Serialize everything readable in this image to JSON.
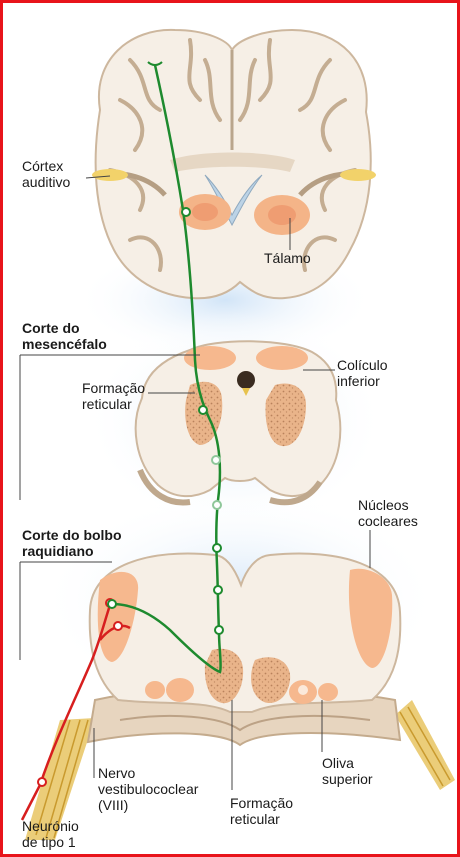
{
  "colors": {
    "frame": "#e8141b",
    "tissue": "#f6efe6",
    "tissue_dark": "#d8c2a8",
    "nucleus": "#f6b88e",
    "reticular": "#e6b288",
    "pathway_green": "#1e8a2e",
    "pathway_red": "#d71e1e",
    "nerve_yellow": "#e9c86a",
    "glow_blue": "#cfe3f7"
  },
  "labels": {
    "cortex_auditivo": "Córtex\nauditivo",
    "talamo": "Tálamo",
    "corte_mesencefalo": "Corte do\nmesencéfalo",
    "coliculo_inferior": "Colículo\ninferior",
    "formacao_reticular_top": "Formação\nreticular",
    "nucleos_cocleares": "Núcleos\ncocleares",
    "corte_bolbo": "Corte do bolbo\nraquidiano",
    "nervo": "Nervo\nvestibulococlear\n(VIII)",
    "formacao_reticular_bottom": "Formação\nreticular",
    "oliva_superior": "Oliva\nsuperior",
    "neuronio": "Neurónio\nde tipo 1"
  },
  "icons": {
    "synapse": "synapse-ring-icon"
  }
}
